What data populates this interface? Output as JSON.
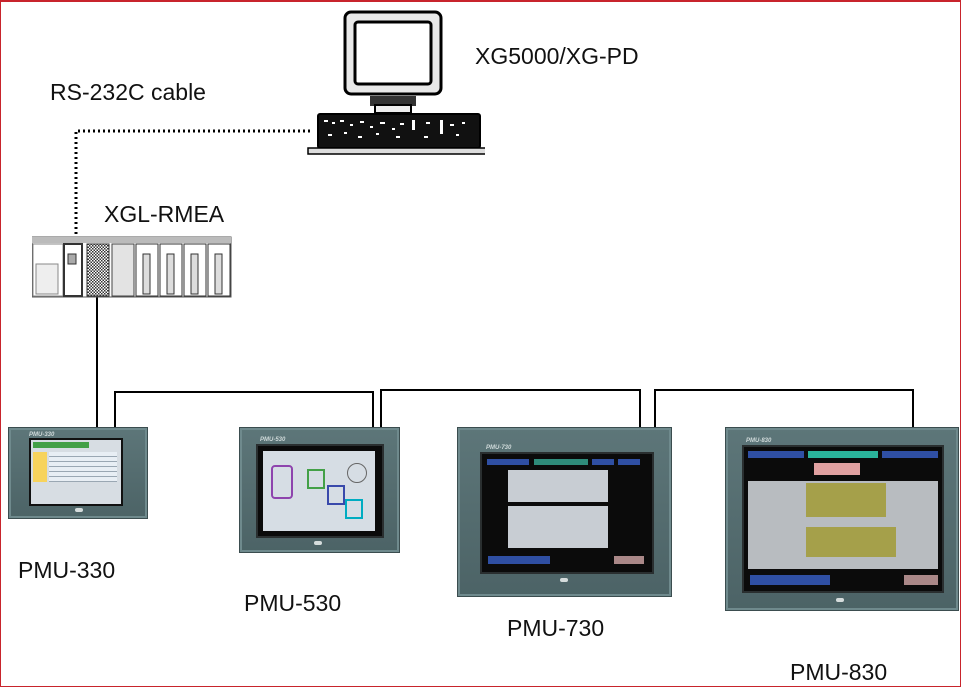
{
  "diagram": {
    "title": "",
    "nodes": {
      "pc": {
        "label": "XG5000/XG-PD",
        "icon": "desktop-computer-icon"
      },
      "plc": {
        "label": "XGL-RMEA",
        "icon": "plc-rack-icon"
      },
      "hmi1": {
        "label": "PMU-330",
        "brand": "PMU-330"
      },
      "hmi2": {
        "label": "PMU-530",
        "brand": "PMU-530"
      },
      "hmi3": {
        "label": "PMU-730",
        "brand": "PMU-730"
      },
      "hmi4": {
        "label": "PMU-830",
        "brand": "PMU-830"
      }
    },
    "links": {
      "serial": {
        "label": "RS-232C cable",
        "style": "dotted",
        "from": "pc",
        "to": "plc"
      },
      "bus": {
        "style": "solid",
        "from": "plc",
        "to": [
          "hmi1",
          "hmi2",
          "hmi3",
          "hmi4"
        ]
      }
    },
    "colors": {
      "frame": "#c8242c",
      "line": "#000000",
      "hmi_bezel": "#55696c"
    }
  }
}
